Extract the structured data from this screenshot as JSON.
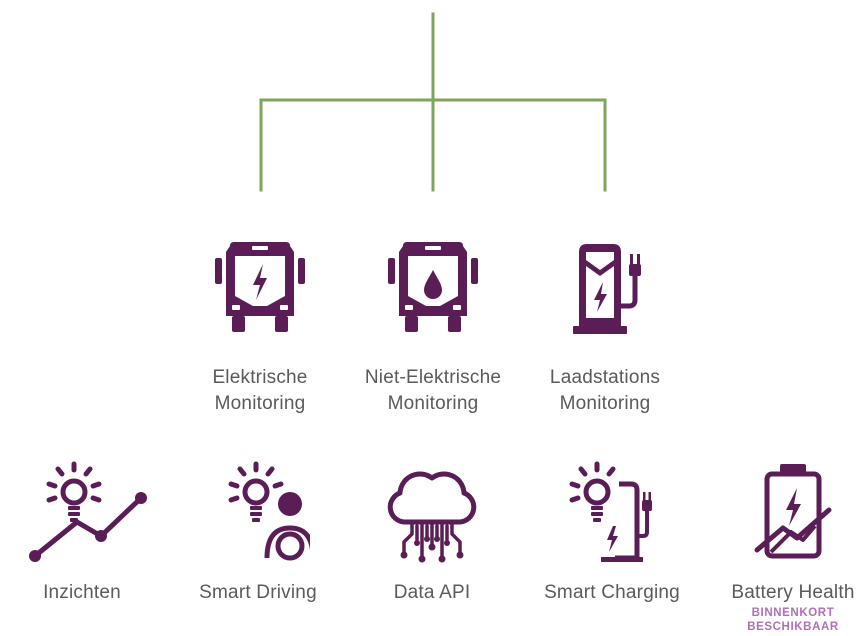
{
  "colors": {
    "icon": "#5a1d55",
    "connector": "#7ca75a",
    "label": "#5a5a5a",
    "badge": "#b06fb8",
    "background": "#ffffff"
  },
  "top_row": [
    {
      "icon": "electric-bus-icon",
      "label_line1": "Elektrische",
      "label_line2": "Monitoring"
    },
    {
      "icon": "fuel-bus-icon",
      "label_line1": "Niet-Elektrische",
      "label_line2": "Monitoring"
    },
    {
      "icon": "charging-station-icon",
      "label_line1": "Laadstations",
      "label_line2": "Monitoring"
    }
  ],
  "bottom_row": [
    {
      "icon": "insights-icon",
      "label": "Inzichten"
    },
    {
      "icon": "smart-driving-icon",
      "label": "Smart Driving"
    },
    {
      "icon": "data-api-icon",
      "label": "Data API"
    },
    {
      "icon": "smart-charging-icon",
      "label": "Smart Charging"
    },
    {
      "icon": "battery-health-icon",
      "label": "Battery Health",
      "badge_line1": "BINNENKORT",
      "badge_line2": "BESCHIKBAAR"
    }
  ]
}
